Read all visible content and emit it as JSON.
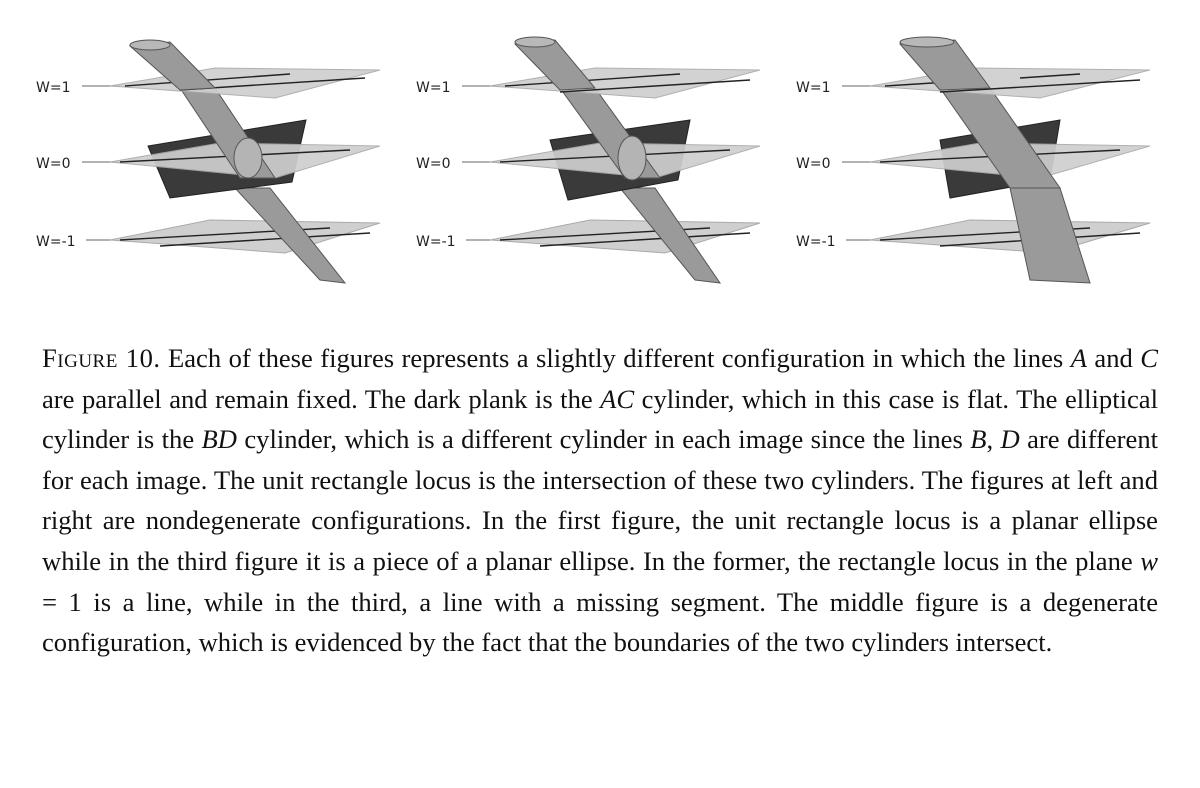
{
  "figure": {
    "plane_labels": [
      "W=1",
      "W=0",
      "W=-1"
    ],
    "panel_count": 3
  },
  "caption": {
    "label": "Figure 10.",
    "text_html": "Each of these figures represents a slightly different configuration in which the lines <i>A</i> and <i>C</i> are parallel and remain fixed. The dark plank is the <i>AC</i> cylinder, which in this case is flat. The elliptical cylinder is the <i>BD</i> cylinder, which is a different cylinder in each image since the lines <i>B</i>, <i>D</i> are different for each image. The unit rectangle locus is the intersection of these two cylinders. The figures at left and right are nondegenerate configurations. In the first figure, the unit rectangle locus is a planar ellipse while in the third figure it is a piece of a planar ellipse. In the former, the rectangle locus in the plane <i>w</i> = 1 is a line, while in the third, a line with a missing segment. The middle figure is a degenerate configuration, which is evidenced by the fact that the boundaries of the two cylinders intersect."
  }
}
